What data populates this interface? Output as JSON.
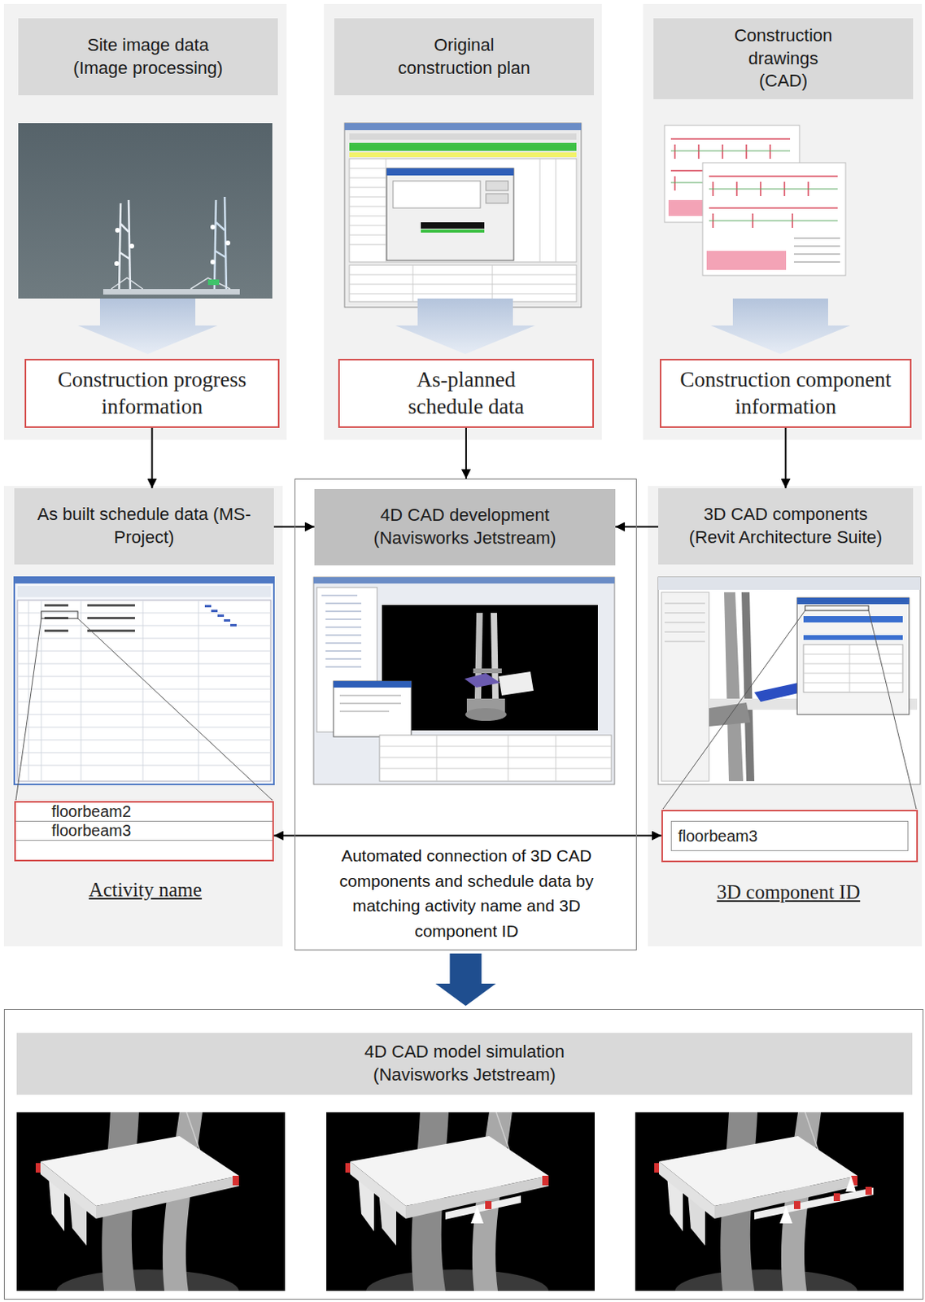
{
  "diagram": {
    "nodes": [
      {
        "text": [
          "Site image data (Image processing)"
        ]
      },
      {
        "text": [
          "Original construction plan"
        ]
      },
      {
        "text": [
          "Construction drawings (CAD)"
        ]
      },
      {
        "text": [
          "Construction progress information"
        ]
      },
      {
        "text": [
          "As-planned schedule data"
        ]
      },
      {
        "text": [
          "Construction component information"
        ]
      },
      {
        "text": [
          "As built schedule data (MS-Project)"
        ]
      },
      {
        "text": [
          "Automated connection of 3D CAD components and schedule data by matching activity name and 3D component ID"
        ]
      },
      {
        "text": [
          "4D CAD development (Navisworks Jetstream)"
        ],
        "in": 7
      },
      {
        "text": [
          "3D CAD components (Revit Architecture Suite)"
        ]
      },
      {
        "text": [
          "floorbeam2",
          "floorbeam3"
        ]
      },
      {
        "text": [
          "floorbeam3"
        ]
      },
      {
        "text": [
          "4D CAD model simulation (Navisworks Jetstream)"
        ]
      }
    ],
    "edges": [
      {
        "from": 3,
        "to": 6,
        "arrow": "to"
      },
      {
        "from": 4,
        "to": 7,
        "arrow": "to"
      },
      {
        "from": 5,
        "to": 9,
        "arrow": "to"
      },
      {
        "from": 6,
        "to": 8,
        "arrow": "to"
      },
      {
        "from": 9,
        "to": 8,
        "arrow": "to"
      },
      {
        "from": 10,
        "to": 11,
        "arrow": "both"
      },
      {
        "from": 7,
        "to": 12,
        "arrow": "to"
      }
    ],
    "labels": [
      "Activity name",
      "3D component ID"
    ]
  }
}
